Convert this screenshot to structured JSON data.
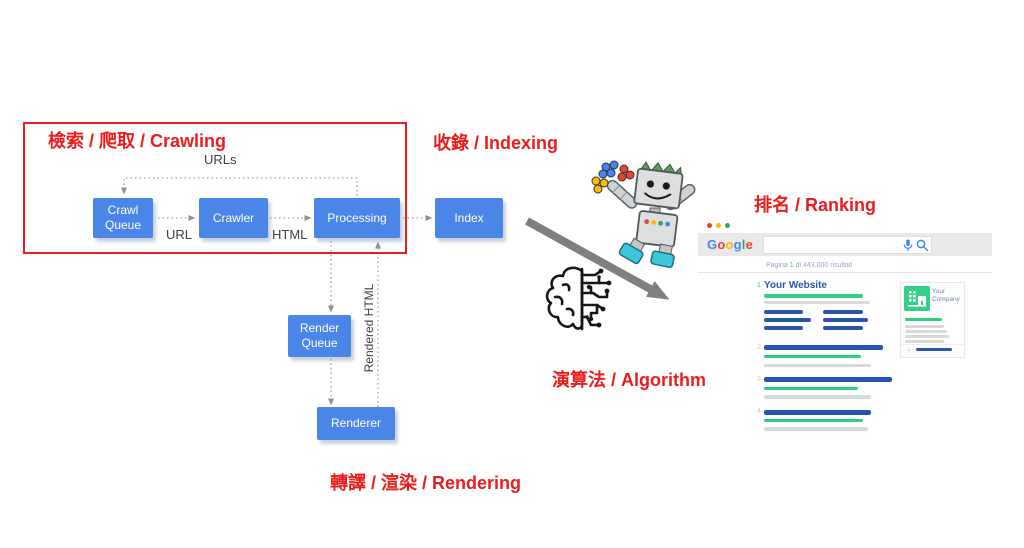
{
  "stage_labels": {
    "crawling": "檢索 / 爬取 / Crawling",
    "indexing": "收錄 / Indexing",
    "ranking": "排名 / Ranking",
    "algorithm": "演算法 / Algorithm",
    "rendering": "轉譯 / 渲染 / Rendering"
  },
  "pipeline": {
    "nodes": {
      "crawl_queue": "Crawl Queue",
      "crawler": "Crawler",
      "processing": "Processing",
      "index": "Index",
      "render_queue": "Render Queue",
      "renderer": "Renderer"
    },
    "edge_labels": {
      "urls": "URLs",
      "url": "URL",
      "html": "HTML",
      "rendered_html": "Rendered HTML"
    }
  },
  "serp": {
    "window_dots": [
      "#ea4335",
      "#fbbc05",
      "#34a853"
    ],
    "logo_letters": [
      {
        "ch": "G",
        "color": "#4285f4"
      },
      {
        "ch": "o",
        "color": "#ea4335"
      },
      {
        "ch": "o",
        "color": "#fbbc05"
      },
      {
        "ch": "g",
        "color": "#4285f4"
      },
      {
        "ch": "l",
        "color": "#34a853"
      },
      {
        "ch": "e",
        "color": "#ea4335"
      }
    ],
    "search_value": "",
    "results_meta": {
      "prefix": "Pagina",
      "page": "1",
      "suffix": "di 443.000 risultati"
    },
    "results": [
      {
        "rank": "1",
        "title": "Your Website"
      },
      {
        "rank": "2"
      },
      {
        "rank": "3"
      },
      {
        "rank": "4"
      }
    ],
    "company_card": {
      "name": "Your Company"
    }
  },
  "colors": {
    "accent_red": "#ed1c1c",
    "node_blue": "#4a86e8",
    "serp_title_blue": "#2b56b0",
    "serp_bar_blue": "#2a54b4",
    "serp_bar_green": "#2dd07f",
    "serp_bar_gray": "#d9d9d9",
    "big_arrow_gray": "#7f7f7f",
    "connector_gray": "#9aa0a6"
  }
}
